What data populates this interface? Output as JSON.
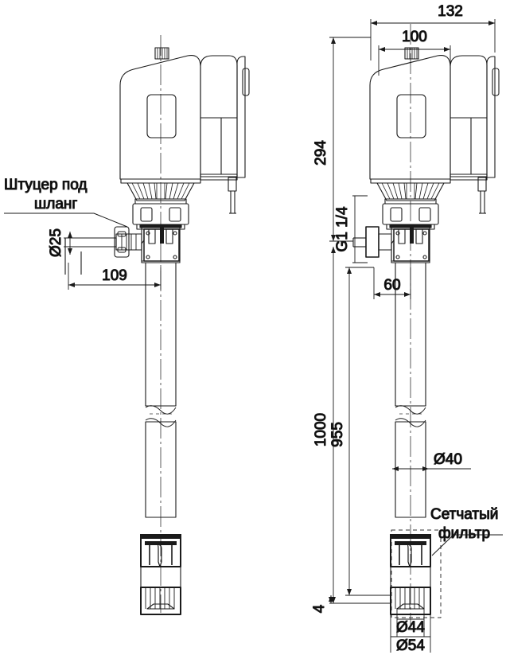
{
  "drawing": {
    "title": "Barrel pump assembly drawing",
    "units": "mm",
    "line_color": "#1a1a1a",
    "center_line_color": "#333333",
    "views": [
      {
        "name": "left-view",
        "label": ""
      },
      {
        "name": "right-view",
        "label": ""
      }
    ]
  },
  "annotations": {
    "hose_fitting_line1": "Штуцер под",
    "hose_fitting_line2": "шланг",
    "mesh_filter_line1": "Сетчатый",
    "mesh_filter_line2": "фильтр"
  },
  "dimensions": {
    "hose_dia": "Ø25",
    "offset_109": "109",
    "width_132": "132",
    "width_100": "100",
    "height_294": "294",
    "thread_g114": "G1 1/4",
    "offset_60": "60",
    "length_1000": "1000",
    "length_955": "955",
    "tube_dia_40": "Ø40",
    "plate_4": "4",
    "filter_dia_44": "Ø44",
    "filter_dia_54": "Ø54"
  },
  "chart_data": {
    "type": "table",
    "title": "Barrel pump dimensions (mm)",
    "categories": [
      "Ø25",
      "109",
      "132",
      "100",
      "294",
      "G1 1/4",
      "60",
      "1000",
      "955",
      "Ø40",
      "4",
      "Ø44",
      "Ø54"
    ],
    "values": [
      25,
      109,
      132,
      100,
      294,
      1.25,
      60,
      1000,
      955,
      40,
      4,
      44,
      54
    ]
  }
}
